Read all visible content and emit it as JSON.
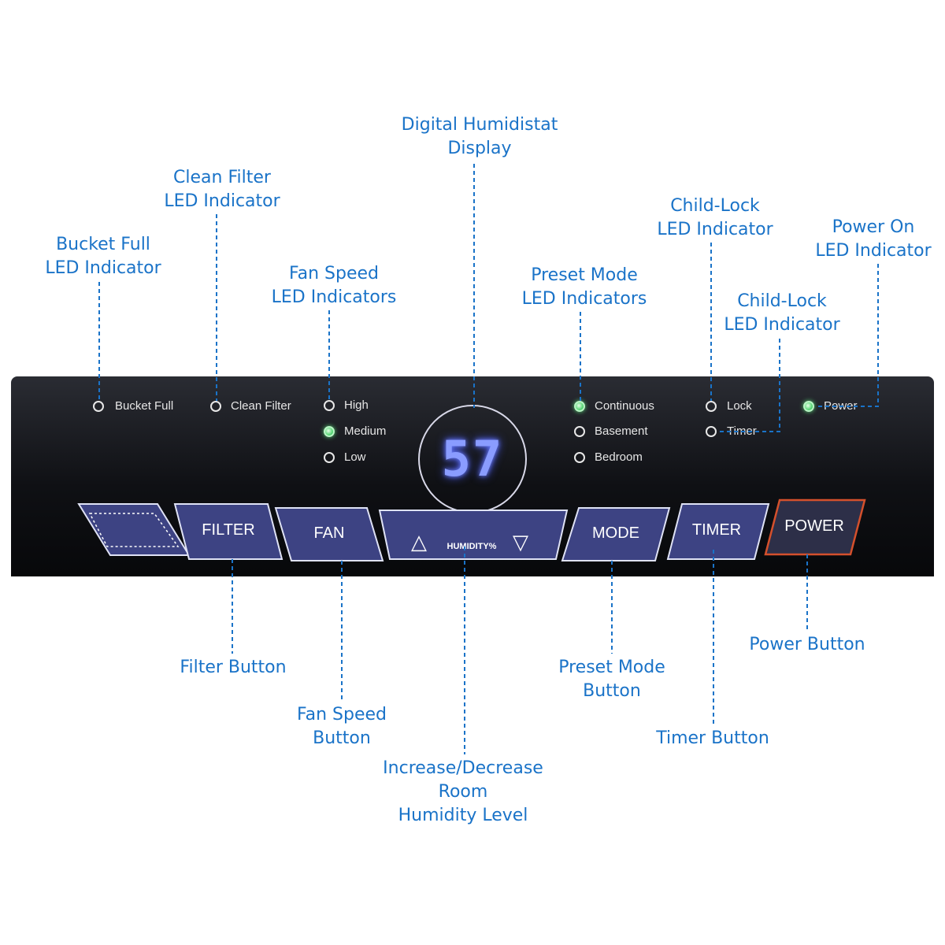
{
  "callouts": {
    "display": [
      "Digital Humidistat",
      "Display"
    ],
    "clean_filter": [
      "Clean Filter",
      "LED Indicator"
    ],
    "bucket_full": [
      "Bucket Full",
      "LED Indicator"
    ],
    "fan_speed_leds": [
      "Fan Speed",
      "LED Indicators"
    ],
    "preset_leds": [
      "Preset Mode",
      "LED Indicators"
    ],
    "child_lock_1": [
      "Child-Lock",
      "LED Indicator"
    ],
    "child_lock_2": [
      "Child-Lock",
      "LED Indicator"
    ],
    "power_led": [
      "Power On",
      "LED Indicator"
    ],
    "filter_button": [
      "Filter Button"
    ],
    "fan_button": [
      "Fan Speed",
      "Button"
    ],
    "humidity_buttons": [
      "Increase/Decrease",
      "Room",
      "Humidity Level"
    ],
    "mode_button": [
      "Preset Mode",
      "Button"
    ],
    "timer_button": [
      "Timer Button"
    ],
    "power_button": [
      "Power Button"
    ]
  },
  "panel": {
    "leds": {
      "bucket_full": {
        "label": "Bucket Full",
        "on": false
      },
      "clean_filter": {
        "label": "Clean Filter",
        "on": false
      },
      "high": {
        "label": "High",
        "on": false
      },
      "medium": {
        "label": "Medium",
        "on": true
      },
      "low": {
        "label": "Low",
        "on": false
      },
      "continuous": {
        "label": "Continuous",
        "on": true
      },
      "basement": {
        "label": "Basement",
        "on": false
      },
      "bedroom": {
        "label": "Bedroom",
        "on": false
      },
      "lock": {
        "label": "Lock",
        "on": false
      },
      "timer": {
        "label": "Timer",
        "on": false
      },
      "power": {
        "label": "Power",
        "on": true
      }
    },
    "display_value": "57",
    "buttons": {
      "filter": "FILTER",
      "fan": "FAN",
      "humidity": "HUMIDITY%",
      "up_symbol": "△",
      "down_symbol": "▽",
      "mode": "MODE",
      "timer": "TIMER",
      "power": "POWER"
    }
  },
  "colors": {
    "annotation": "#1a73c8",
    "panel": "#121318",
    "button_fill": "#3d4383",
    "power_outline": "#d4502c",
    "led_on": "#5ad878",
    "display_digits": "#8a9cff"
  },
  "icons": {
    "led": "circle-outline-icon",
    "increase": "triangle-up-icon",
    "decrease": "triangle-down-icon"
  }
}
